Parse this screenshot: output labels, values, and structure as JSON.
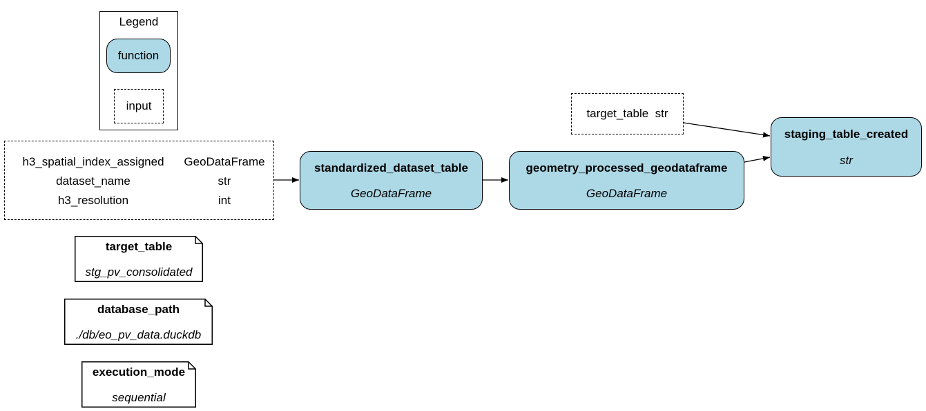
{
  "legend": {
    "title": "Legend",
    "function_label": "function",
    "input_label": "input"
  },
  "inputs": [
    {
      "name": "h3_spatial_index_assigned",
      "type": "GeoDataFrame"
    },
    {
      "name": "dataset_name",
      "type": "str"
    },
    {
      "name": "h3_resolution",
      "type": "int"
    }
  ],
  "target_input": {
    "label": "target_table  str"
  },
  "functions": [
    {
      "name": "standardized_dataset_table",
      "type": "GeoDataFrame"
    },
    {
      "name": "geometry_processed_geodataframe",
      "type": "GeoDataFrame"
    },
    {
      "name": "staging_table_created",
      "type": "str"
    }
  ],
  "configs": [
    {
      "name": "target_table",
      "value": "stg_pv_consolidated"
    },
    {
      "name": "database_path",
      "value": "./db/eo_pv_data.duckdb"
    },
    {
      "name": "execution_mode",
      "value": "sequential"
    }
  ],
  "colors": {
    "function_fill": "#add8e6",
    "stroke": "#000000"
  }
}
